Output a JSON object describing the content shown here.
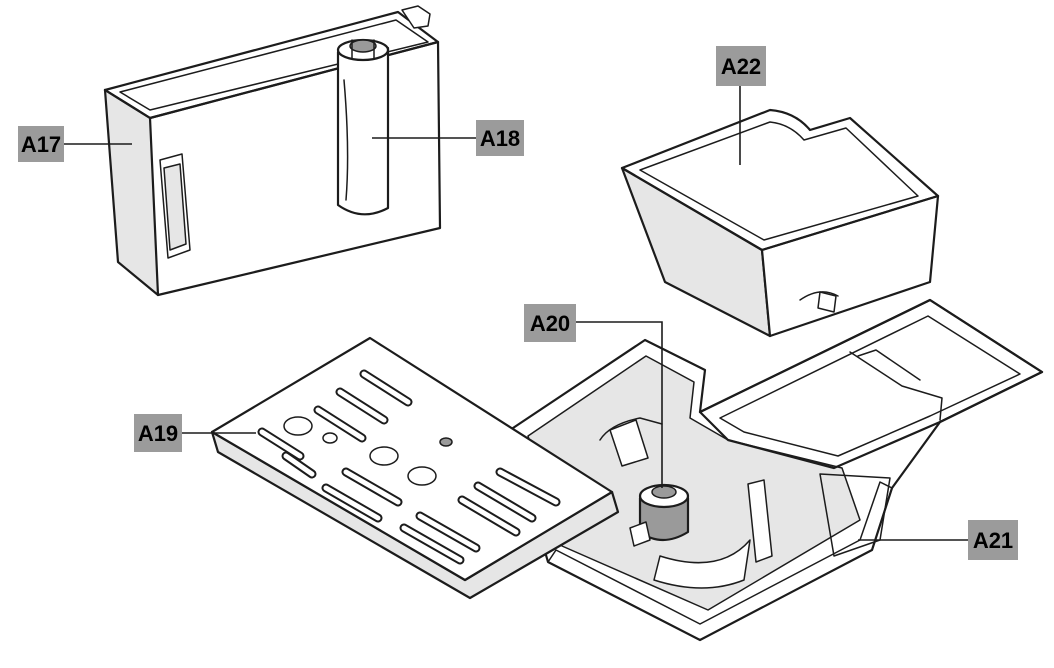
{
  "callouts": {
    "a17": "A17",
    "a18": "A18",
    "a19": "A19",
    "a20": "A20",
    "a21": "A21",
    "a22": "A22"
  },
  "colors": {
    "label_background": "#9b9b9b",
    "line": "#1c1c1c",
    "background": "#ffffff"
  }
}
